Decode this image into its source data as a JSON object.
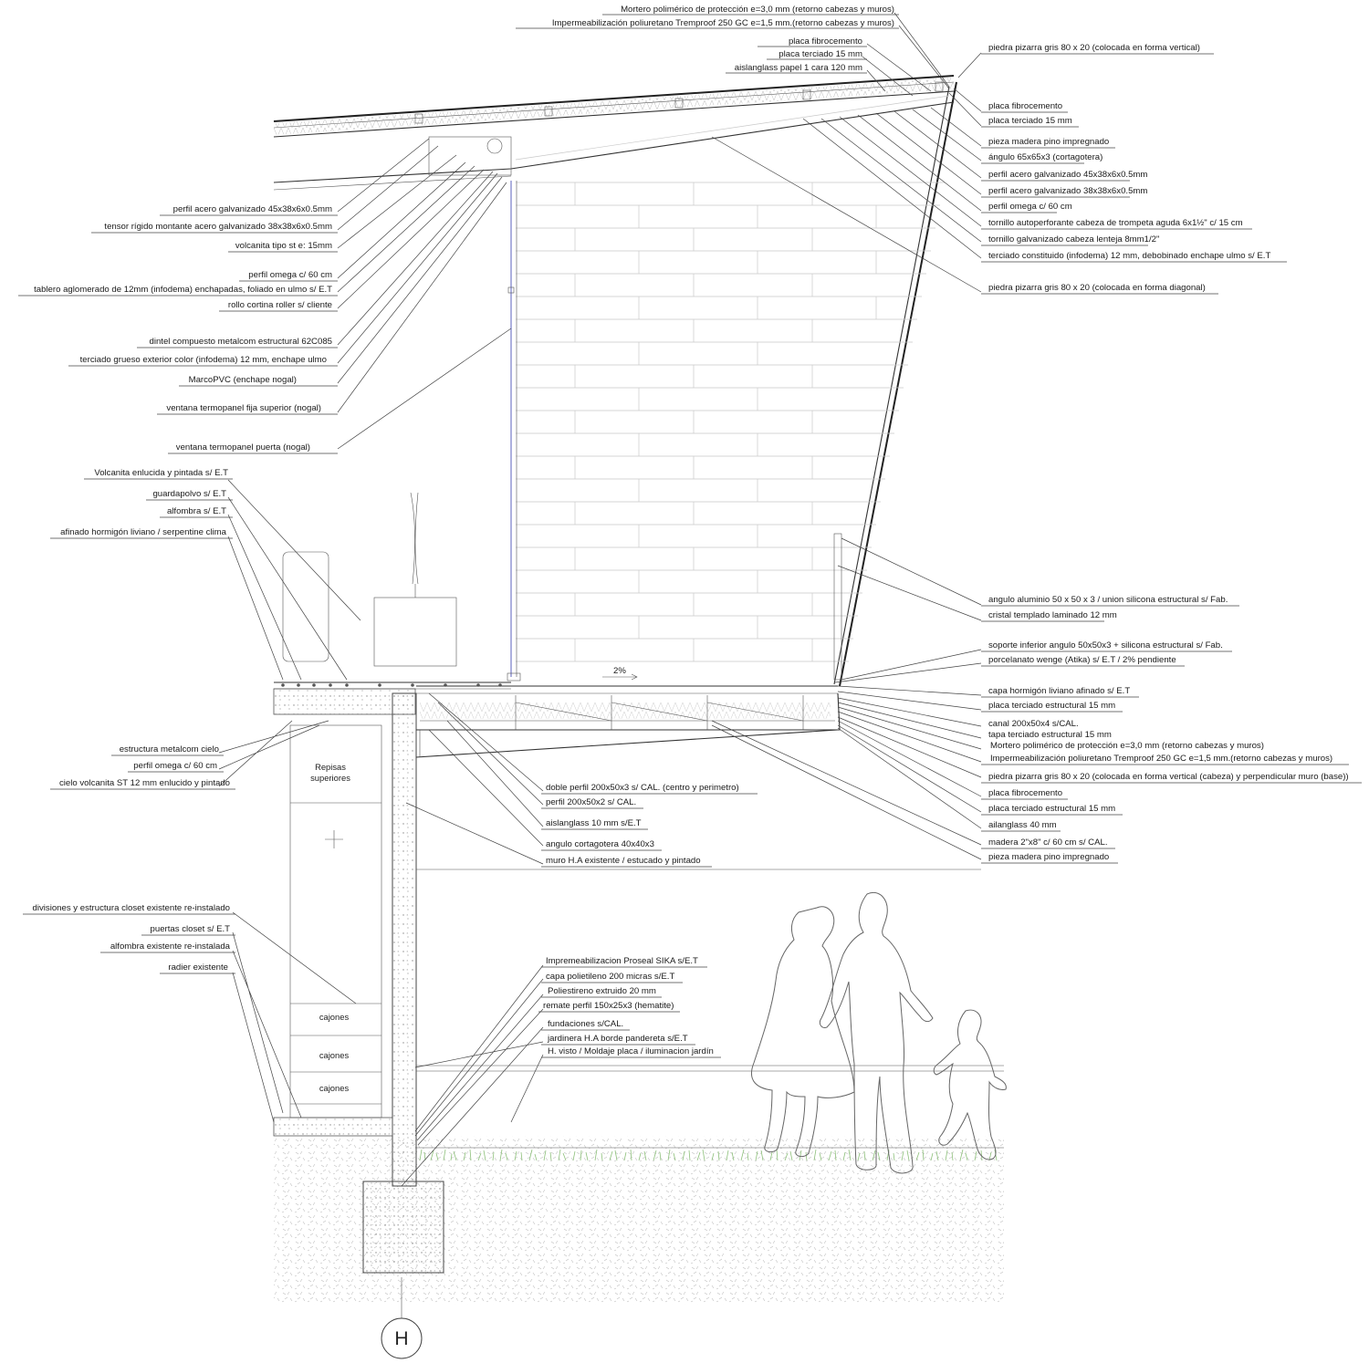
{
  "annotations": {
    "top_center": [
      "Mortero polimérico de protección e=3,0 mm (retorno cabezas y muros)",
      "Impermeabilización poliuretano Tremproof 250 GC e=1,5 mm.(retorno cabezas y muros)",
      "placa fibrocemento",
      "placa terciado 15 mm",
      "aislanglass papel 1 cara 120 mm"
    ],
    "left_upper": [
      "perfil acero galvanizado 45x38x6x0.5mm",
      "tensor rígido montante acero galvanizado 38x38x6x0.5mm",
      "volcanita tipo st e: 15mm",
      "perfil omega c/ 60 cm",
      "tablero aglomerado de 12mm (infodema) enchapadas, foliado en ulmo s/ E.T",
      "rollo cortina roller s/ cliente",
      "dintel compuesto metalcom estructural 62C085",
      "terciado grueso exterior color (infodema) 12 mm, enchape ulmo",
      "MarcoPVC (enchape nogal)",
      "ventana termopanel fija superior (nogal)",
      "ventana termopanel puerta (nogal)"
    ],
    "left_middle": [
      "Volcanita enlucida y pintada s/ E.T",
      "guardapolvo s/ E.T",
      "alfombra s/ E.T",
      "afinado hormigón liviano / serpentine clima"
    ],
    "left_lower": [
      "estructura metalcom cielo",
      "perfil omega c/ 60 cm",
      "cielo volcanita ST 12 mm enlucido y pintado"
    ],
    "left_bottom": [
      "divisiones y estructura closet existente re-instalado",
      "puertas closet s/ E.T",
      "alfombra existente re-instalada",
      "radier existente"
    ],
    "center_mid": [
      "doble perfil 200x50x3 s/ CAL. (centro y perimetro)",
      "perfil 200x50x2 s/ CAL.",
      "aislanglass 10 mm s/E.T",
      "angulo cortagotera 40x40x3",
      "muro H.A existente / estucado y pintado"
    ],
    "center_low": [
      "Impremeabilizacion Proseal SIKA s/E.T",
      "capa polietileno 200 micras s/E.T",
      "Poliestireno extruido 20 mm",
      "remate perfil 150x25x3 (hematite)",
      "fundaciones s/CAL.",
      "jardinera H.A borde pandereta s/E.T",
      "H. visto / Moldaje placa / iluminacion jardín"
    ],
    "right_upper": [
      "piedra pizarra gris 80 x 20 (colocada en forma vertical)",
      "placa fibrocemento",
      "placa terciado 15 mm",
      "pieza madera pino impregnado",
      "ángulo 65x65x3 (cortagotera)",
      "perfil acero galvanizado 45x38x6x0.5mm",
      "perfil acero galvanizado 38x38x6x0.5mm",
      "perfil omega c/ 60 cm",
      "tornillo autoperforante cabeza de trompeta aguda 6x1½\" c/ 15 cm",
      "tornillo galvanizado cabeza lenteja 8mm1/2\"",
      "terciado constituido (infodema) 12 mm, debobinado enchape ulmo  s/ E.T",
      "piedra pizarra gris 80 x 20 (colocada en forma diagonal)"
    ],
    "right_middle": [
      "angulo aluminio 50 x 50 x 3 / union silicona estructural s/ Fab.",
      "cristal  templado laminado 12 mm",
      "soporte inferior angulo 50x50x3 + silicona estructural s/ Fab.",
      "porcelanato wenge (Atika) s/ E.T / 2% pendiente"
    ],
    "right_lower": [
      "capa hormigón liviano afinado s/ E.T",
      "placa terciado estructural 15 mm",
      "canal 200x50x4 s/CAL.",
      "tapa terciado estructural 15 mm",
      "Mortero polimérico de protección e=3,0 mm (retorno cabezas y muros)",
      "Impermeabilización poliuretano Tremproof 250 GC e=1,5 mm.(retorno cabezas y muros)",
      "piedra pizarra gris 80 x 20 (colocada en forma vertical (cabeza) y perpendicular muro (base))",
      "placa fibrocemento",
      "placa terciado estructural 15 mm",
      "ailanglass 40 mm",
      "madera 2\"x8\" c/ 60 cm s/ CAL.",
      "pieza madera pino impregnado"
    ]
  },
  "room_labels": {
    "repisas": "Repisas superiores",
    "cajones": [
      "cajones",
      "cajones",
      "cajones"
    ]
  },
  "slope": "2%",
  "axis_marker": "H"
}
